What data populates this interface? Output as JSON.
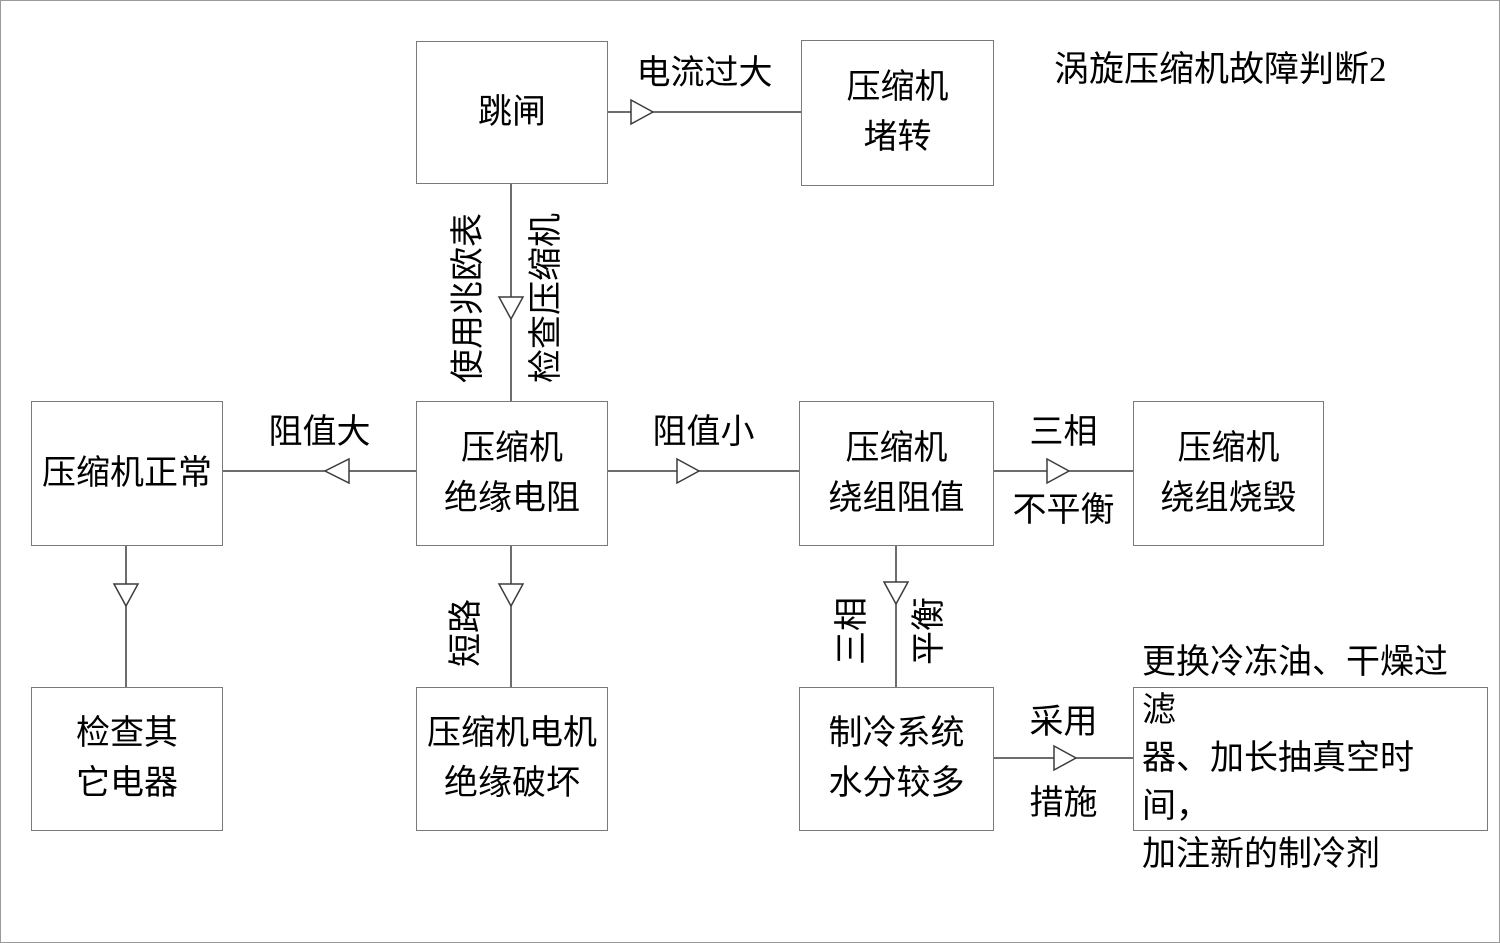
{
  "title": "涡旋压缩机故障判断2",
  "colors": {
    "box_border": "#7a7a7a",
    "wire": "#3d3d3d",
    "text": "#000000",
    "page_border": "#9a9a9a",
    "background": "#ffffff"
  },
  "nodes": {
    "trip": {
      "label": "跳闸"
    },
    "stall": {
      "label": "压缩机\n堵转"
    },
    "insulation_resistance": {
      "label": "压缩机\n绝缘电阻"
    },
    "compressor_normal": {
      "label": "压缩机正常"
    },
    "winding_resistance": {
      "label": "压缩机\n绕组阻值"
    },
    "winding_burned": {
      "label": "压缩机\n绕组烧毁"
    },
    "check_other": {
      "label": "检查其\n它电器"
    },
    "motor_insulation_damaged": {
      "label": "压缩机电机\n绝缘破坏"
    },
    "system_moisture": {
      "label": "制冷系统\n水分较多"
    },
    "remedy": {
      "label": "更换冷冻油、干燥过滤\n器、加长抽真空时间，\n加注新的制冷剂"
    }
  },
  "edges": {
    "overcurrent": {
      "label": "电流过大"
    },
    "use_megohmmeter": {
      "label": "使用兆欧表"
    },
    "check_compressor": {
      "label": "检查压缩机"
    },
    "resistance_large": {
      "label": "阻值大"
    },
    "resistance_small": {
      "label": "阻值小"
    },
    "three_phase_unbalanced_top": {
      "label": "三相"
    },
    "three_phase_unbalanced_bottom": {
      "label": "不平衡"
    },
    "short_circuit": {
      "label": "短路"
    },
    "three_phase_balanced_left": {
      "label": "三相"
    },
    "three_phase_balanced_right": {
      "label": "平衡"
    },
    "adopt": {
      "label": "采用"
    },
    "measures": {
      "label": "措施"
    }
  }
}
